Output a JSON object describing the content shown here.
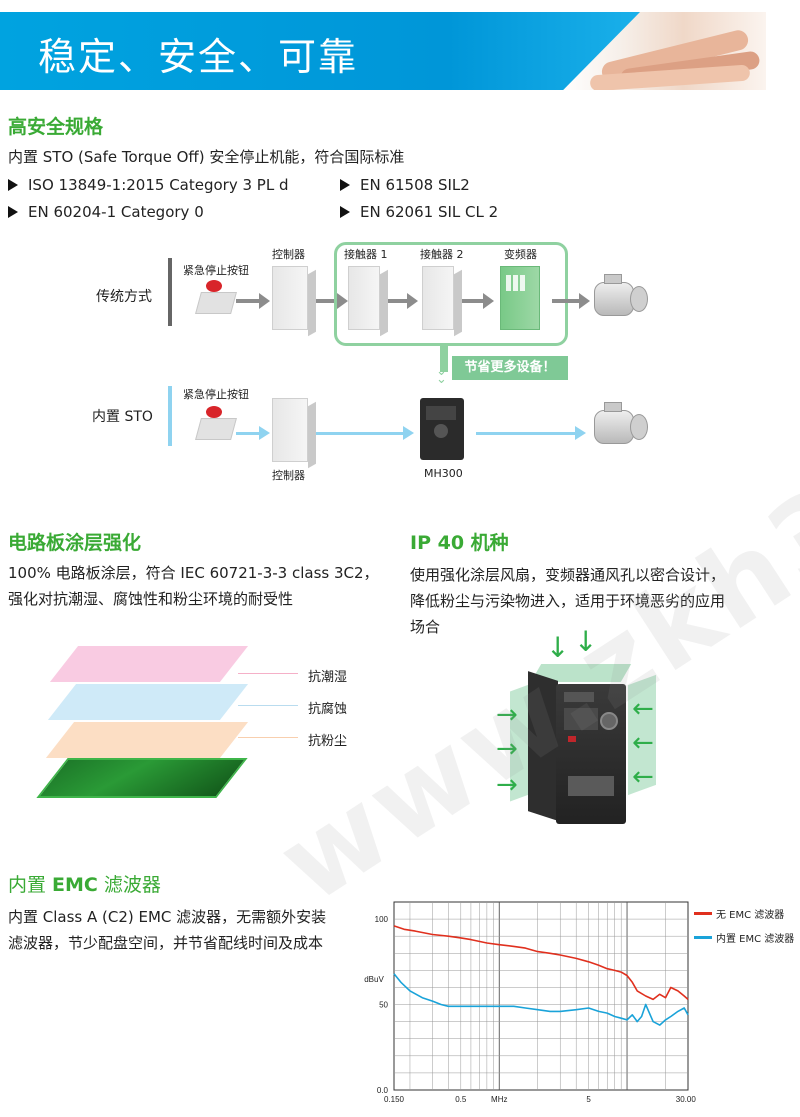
{
  "banner": {
    "title": "稳定、安全、可靠"
  },
  "safety": {
    "heading": "高安全规格",
    "intro": "内置 STO (Safe Torque Off) 安全停止机能，符合国际标准",
    "standards": [
      "ISO 13849-1:2015 Category 3 PL d",
      "EN 61508 SIL2",
      "EN 60204-1 Category 0",
      "EN 62061 SIL CL 2"
    ]
  },
  "diagram": {
    "traditional_label": "传统方式",
    "sto_label": "内置 STO",
    "estop_label": "紧急停止按钮",
    "controller_label": "控制器",
    "contactor1_label": "接触器 1",
    "contactor2_label": "接触器 2",
    "inverter_label": "变频器",
    "save_badge": "节省更多设备！",
    "model_label": "MH300"
  },
  "coating": {
    "heading": "电路板涂层强化",
    "text1": "100% 电路板涂层，符合 IEC 60721-3-3 class 3C2，",
    "text2": "强化对抗潮湿、腐蚀性和粉尘环境的耐受性",
    "layers": [
      "抗潮湿",
      "抗腐蚀",
      "抗粉尘"
    ]
  },
  "ip40": {
    "heading": "IP 40 机种",
    "line1": "使用强化涂层风扇，变频器通风孔以密合设计，",
    "line2": "降低粉尘与污染物进入，适用于环境恶劣的应用",
    "line3": "场合"
  },
  "emc": {
    "heading_pre": "内置 ",
    "heading_bold": "EMC",
    "heading_post": " 滤波器",
    "line1": "内置 Class A (C2) EMC 滤波器，无需额外安装",
    "line2": "滤波器，节少配盘空间，并节省配线时间及成本"
  },
  "chart_data": {
    "type": "line",
    "xlabel": "MHz",
    "ylabel": "dBuV",
    "x_scale": "log",
    "xlim": [
      0.15,
      30
    ],
    "ylim": [
      0,
      110
    ],
    "x_ticks": [
      {
        "v": 0.15,
        "label": "0.150"
      },
      {
        "v": 0.5,
        "label": "0.5"
      },
      {
        "v": 1,
        "label": "MHz"
      },
      {
        "v": 5,
        "label": "5"
      },
      {
        "v": 30,
        "label": "30.000"
      }
    ],
    "y_ticks": [
      {
        "v": 0,
        "label": "0.0"
      },
      {
        "v": 50,
        "label": "50"
      },
      {
        "v": 100,
        "label": "100"
      }
    ],
    "ylabel_at": 65,
    "grid": true,
    "legend_position": "top-right",
    "series": [
      {
        "name": "无 EMC 滤波器",
        "color": "#e0301e",
        "x": [
          0.15,
          0.18,
          0.22,
          0.3,
          0.4,
          0.5,
          0.6,
          0.8,
          1.0,
          1.3,
          1.6,
          2.0,
          2.5,
          3.0,
          4.0,
          5.0,
          6.0,
          7.0,
          8.0,
          9.0,
          10,
          11,
          12,
          14,
          16,
          18,
          20,
          22,
          25,
          28,
          30
        ],
        "y": [
          96,
          94,
          93,
          91,
          90,
          89,
          88,
          86,
          85,
          84,
          83,
          81,
          80,
          79,
          77,
          75,
          73,
          71,
          70,
          69,
          67,
          63,
          58,
          55,
          53,
          56,
          54,
          60,
          58,
          55,
          53
        ]
      },
      {
        "name": "内置 EMC 滤波器",
        "color": "#1aa3d9",
        "x": [
          0.15,
          0.17,
          0.2,
          0.25,
          0.3,
          0.35,
          0.4,
          0.5,
          0.6,
          0.8,
          1.0,
          1.3,
          1.6,
          2.0,
          2.5,
          3.0,
          4.0,
          5.0,
          6.0,
          7.0,
          8.0,
          9.0,
          10,
          11,
          12,
          13,
          14,
          16,
          18,
          20,
          22,
          25,
          28,
          30
        ],
        "y": [
          68,
          63,
          58,
          54,
          52,
          50,
          49,
          49,
          49,
          49,
          49,
          49,
          48,
          47,
          46,
          46,
          47,
          48,
          46,
          45,
          43,
          42,
          41,
          44,
          40,
          43,
          50,
          40,
          38,
          41,
          43,
          46,
          48,
          44
        ]
      }
    ]
  }
}
